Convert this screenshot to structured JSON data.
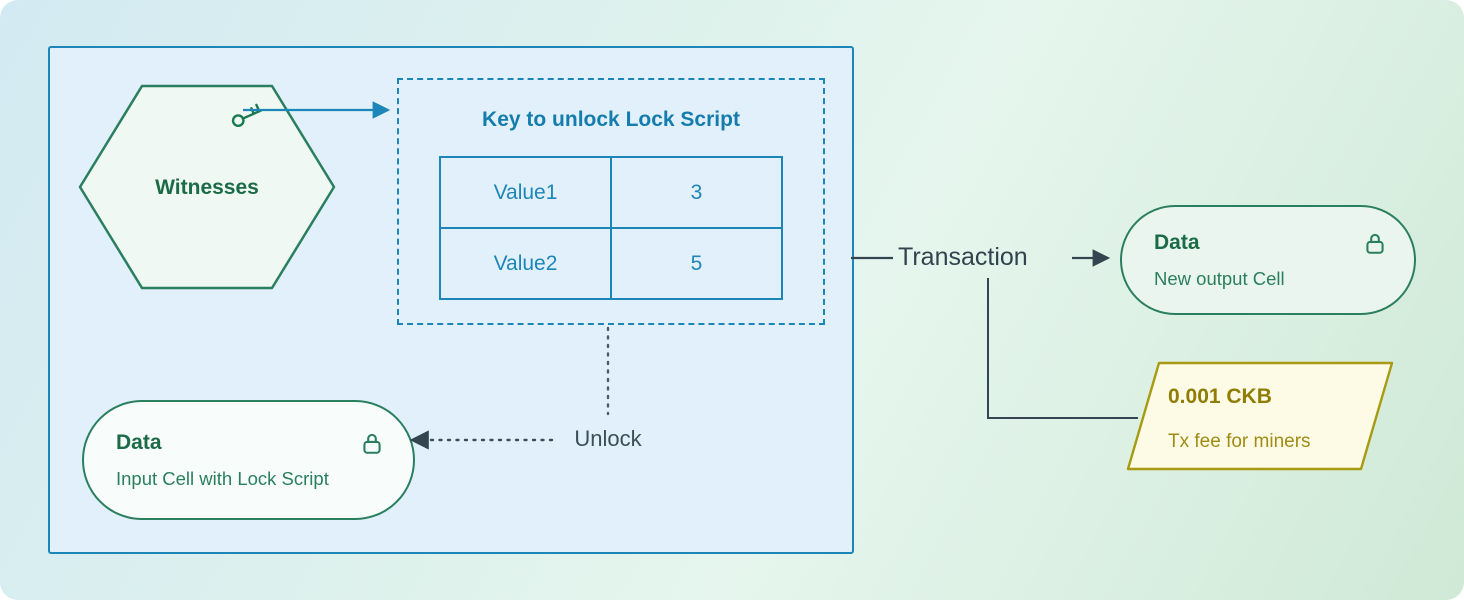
{
  "witness_hexagon": {
    "label": "Witnesses"
  },
  "key_panel": {
    "title": "Key to unlock Lock Script",
    "rows": [
      {
        "name": "Value1",
        "value": "3"
      },
      {
        "name": "Value2",
        "value": "5"
      }
    ]
  },
  "unlock": {
    "label": "Unlock"
  },
  "input_cell": {
    "title": "Data",
    "subtitle": "Input Cell with Lock Script"
  },
  "transaction": {
    "label": "Transaction"
  },
  "output_cell": {
    "title": "Data",
    "subtitle": "New output Cell"
  },
  "fee_note": {
    "amount": "0.001 CKB",
    "description": "Tx fee for miners"
  },
  "colors": {
    "blue": "#1d86b8",
    "green": "#2a7f5f",
    "dark_green": "#1c6b47",
    "olive": "#9c8c0a",
    "yellow_fill": "#fdfbe6",
    "dark_slate": "#35454f"
  }
}
